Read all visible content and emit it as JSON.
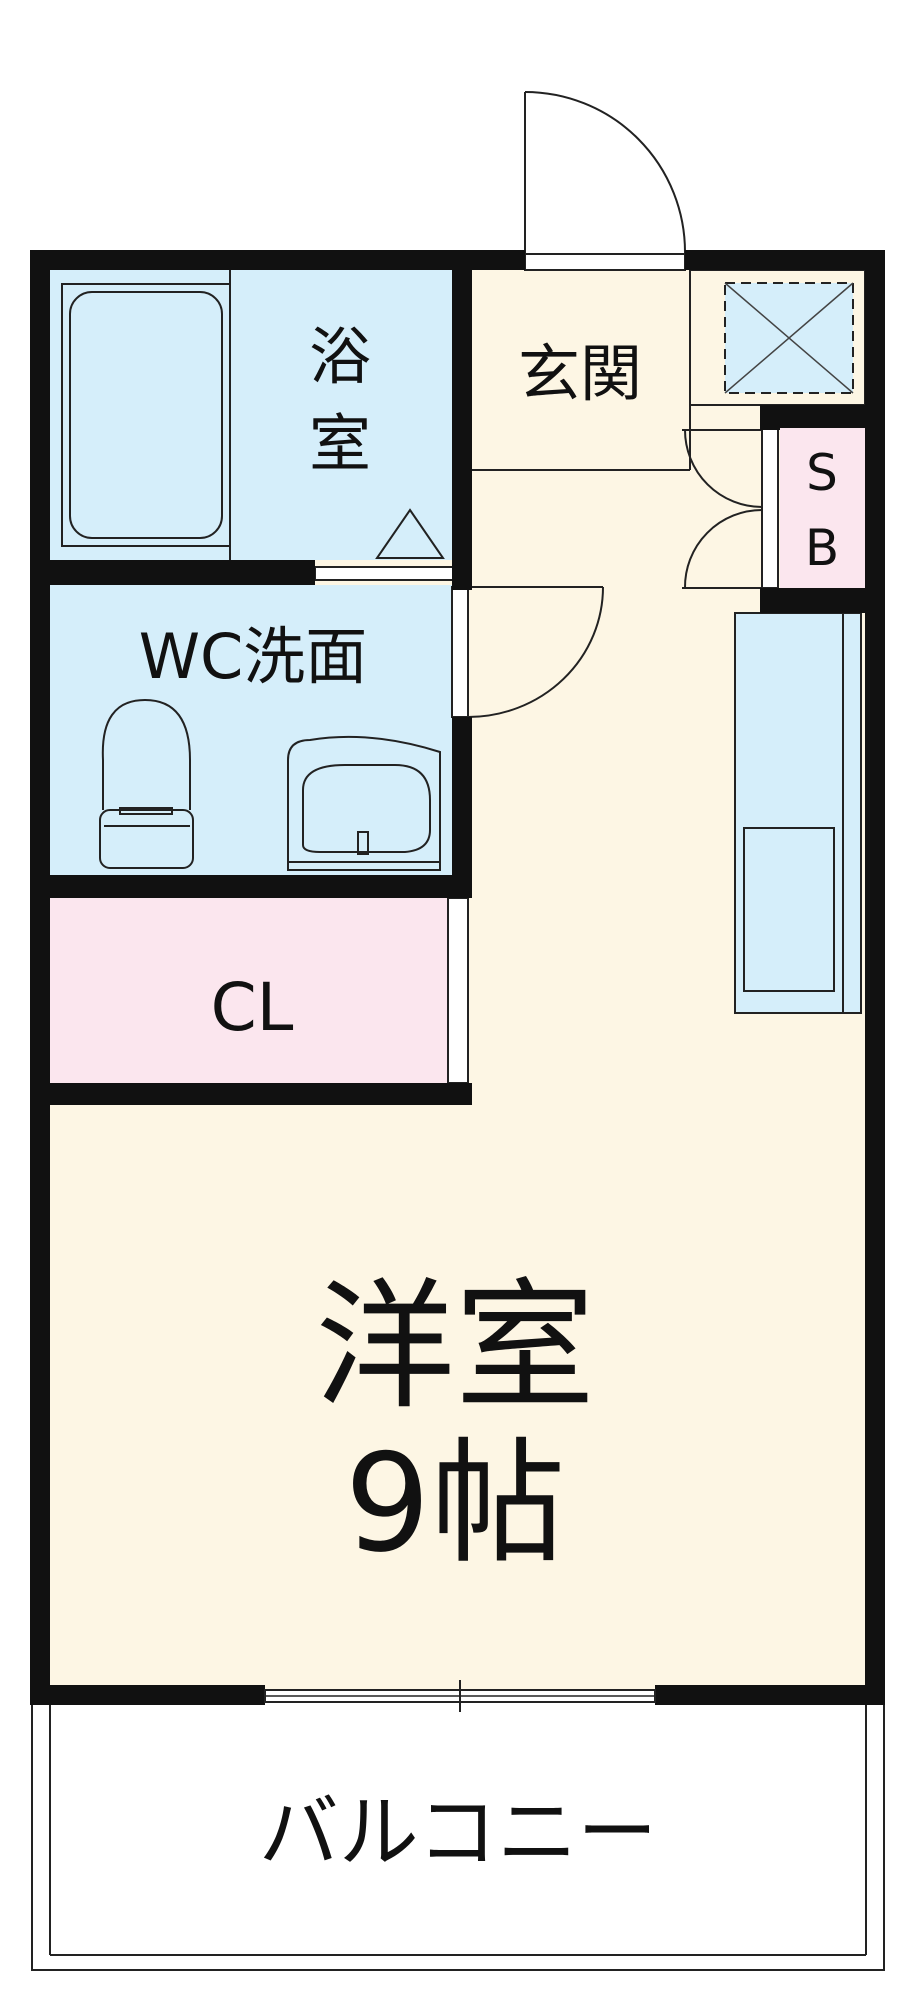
{
  "colors": {
    "wall": "#111111",
    "wet_area": "#d5eefa",
    "living": "#fdf6e4",
    "storage": "#fbe6ee",
    "balcony": "#ffffff"
  },
  "rooms": {
    "bath": {
      "line1": "浴",
      "line2": "室"
    },
    "entrance": {
      "label": "玄関"
    },
    "shoe_box": {
      "line1": "S",
      "line2": "B"
    },
    "wc_wash": {
      "label": "WC洗面"
    },
    "closet": {
      "label": "CL"
    },
    "western_room": {
      "line1": "洋室",
      "line2": "9帖"
    },
    "balcony": {
      "label": "バルコニー"
    }
  },
  "icons": [
    "bathtub-icon",
    "toilet-icon",
    "washbasin-icon",
    "kitchen-counter-icon",
    "door-swing-icon",
    "window-icon"
  ]
}
